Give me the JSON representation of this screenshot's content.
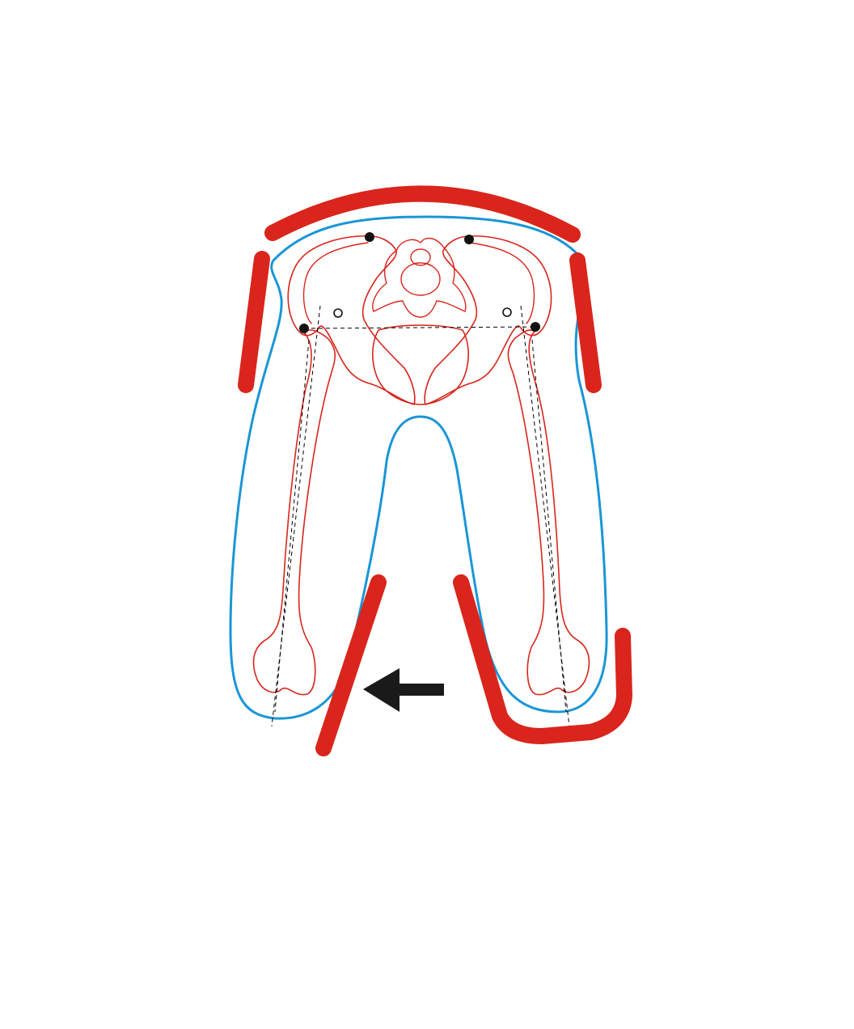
{
  "colors": {
    "pad": "#d9251c",
    "skin_outline": "#1996d6",
    "bone": "#d9251c",
    "axis": "#000000",
    "arrow": "#1a1a1a",
    "marker_filled": "#111111",
    "background": "#ffffff"
  },
  "elements": {
    "pads": [
      "top-pad",
      "left-hip-pad",
      "right-hip-pad",
      "left-knee-pad",
      "right-leg-pad"
    ],
    "arrow_direction": "left",
    "marker_filled_count": 4,
    "marker_open_count": 2,
    "icons": [
      "arrow-left-icon"
    ]
  }
}
